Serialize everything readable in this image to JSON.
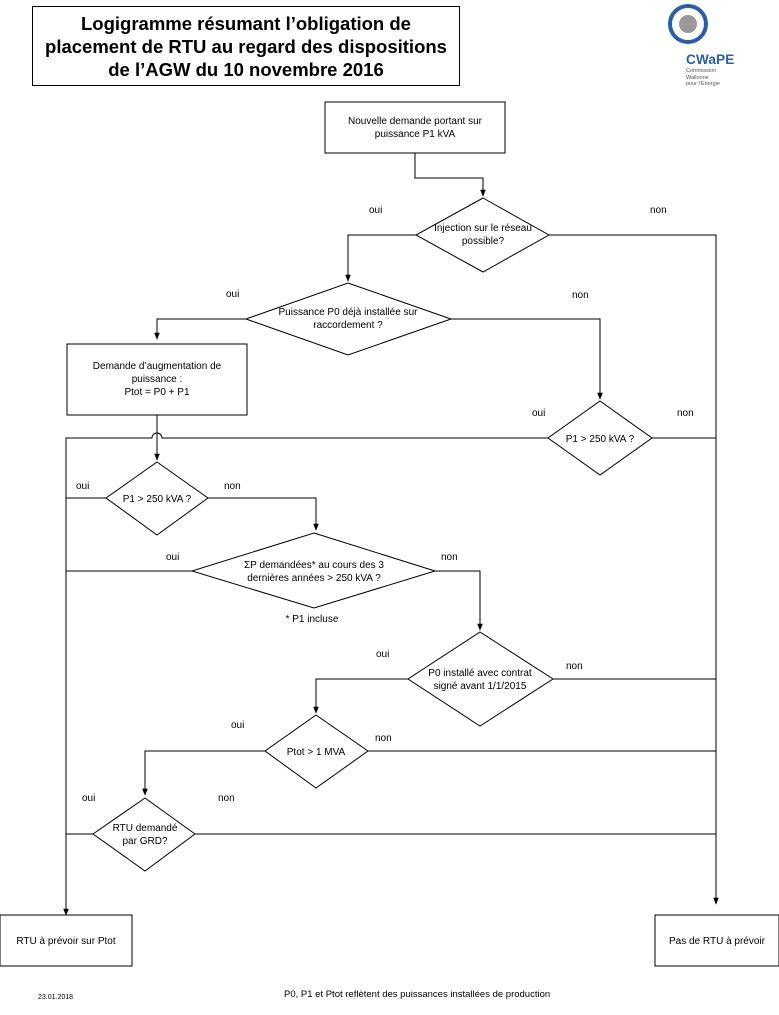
{
  "header": {
    "title_lines": [
      "Logigramme résumant l’obligation de",
      "placement de RTU au regard des dispositions",
      "de l’AGW du 10 novembre 2016"
    ]
  },
  "logo": {
    "name": "CWaPE",
    "subtitle_lines": [
      "Commission",
      "Wallonne",
      "pour l’Energie"
    ],
    "color": "#2b5ea8"
  },
  "flow": {
    "start": [
      "Nouvelle demande portant sur",
      "puissance P1 kVA"
    ],
    "injection": [
      "Injection sur le réseau",
      "possible?"
    ],
    "p0_installed": [
      "Puissance P0 déjà installée sur",
      "raccordement ?"
    ],
    "augmentation": [
      "Demande d’augmentation de",
      "puissance :",
      "Ptot = P0 + P1"
    ],
    "p1_250_right": [
      "P1 > 250 kVA ?"
    ],
    "p1_250_left": [
      "P1 > 250 kVA ?"
    ],
    "sum_p": [
      "ΣP demandées* au cours des 3",
      "dernières années > 250 kVA ?"
    ],
    "sum_note": "* P1 incluse",
    "contract": [
      "P0 installé avec contrat",
      "signé avant 1/1/2015"
    ],
    "ptot_1mva": [
      "Ptot > 1 MVA"
    ],
    "grd": [
      "RTU demandé",
      "par GRD?"
    ],
    "result_yes": "RTU à prévoir sur Ptot",
    "result_no": "Pas de RTU à prévoir",
    "oui": "oui",
    "non": "non"
  },
  "footer": {
    "date": "23.01.2018",
    "note": "P0, P1 et Ptot reflètent des puissances installées de production"
  }
}
